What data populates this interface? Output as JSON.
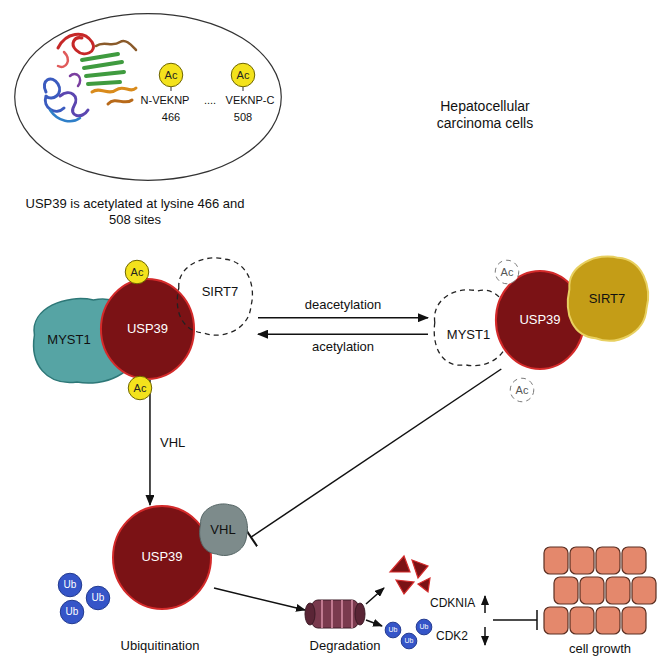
{
  "diagram": {
    "nodes": [
      {
        "text": [
          "N-VEKNP",
          "....",
          "VEKNP-C",
          "466",
          "508"
        ]
      },
      {
        "text": [
          "Ac"
        ],
        "in": 0
      },
      {
        "text": [
          "Ac"
        ],
        "in": 0
      },
      {
        "text": [
          "MYST1"
        ]
      },
      {
        "text": [
          "USP39"
        ]
      },
      {
        "text": [
          "SIRT7"
        ]
      },
      {
        "text": [
          "Ac"
        ]
      },
      {
        "text": [
          "Ac"
        ]
      },
      {
        "text": [
          "MYST1"
        ]
      },
      {
        "text": [
          "USP39"
        ]
      },
      {
        "text": [
          "SIRT7"
        ]
      },
      {
        "text": [
          "Ac"
        ]
      },
      {
        "text": [
          "Ac"
        ]
      },
      {
        "text": [
          "USP39"
        ]
      },
      {
        "text": [
          "VHL"
        ]
      },
      {
        "text": [
          "Ub"
        ]
      },
      {
        "text": [
          "Ub"
        ]
      },
      {
        "text": [
          "Ub"
        ]
      },
      {
        "text": [
          "Ub"
        ]
      },
      {
        "text": [
          "Ub"
        ]
      },
      {
        "text": [
          "Ub"
        ]
      },
      {
        "text": [
          "cell growth"
        ]
      }
    ],
    "edges": [
      {
        "from": 5,
        "to": 8,
        "arrow": "to",
        "label": "deacetylation"
      },
      {
        "from": 8,
        "to": 5,
        "arrow": "to",
        "label": "acetylation"
      },
      {
        "from": 4,
        "to": 13,
        "arrow": "to",
        "label": "VHL"
      },
      {
        "from": 9,
        "to": 14,
        "arrow": "to"
      }
    ],
    "labels": [
      "USP39 is acetylated at lysine 466 and 508 sites",
      "Hepatocellular carcinoma cells",
      "Ubiquitination",
      "Degradation",
      "CDKNIA",
      "CDK2"
    ]
  }
}
